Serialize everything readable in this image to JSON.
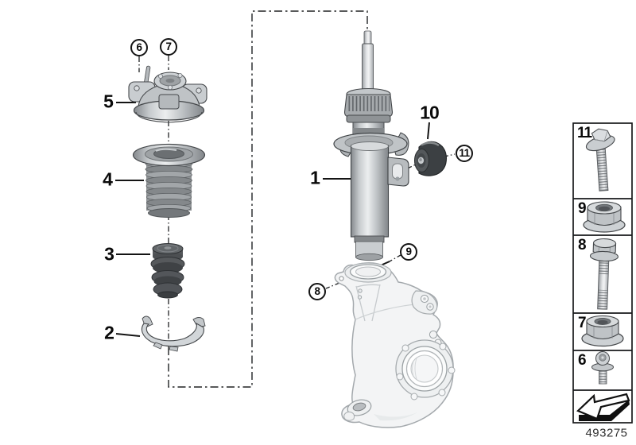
{
  "drawing_number": "493275",
  "callouts": {
    "n1": "1",
    "n2": "2",
    "n3": "3",
    "n4": "4",
    "n5": "5",
    "n6": "6",
    "n7": "7",
    "n8": "8",
    "n9": "9",
    "n10": "10",
    "n11": "11"
  },
  "sidebar": {
    "items": [
      {
        "label": "11",
        "icon": "flange-head-bolt-icon"
      },
      {
        "label": "9",
        "icon": "flange-nut-icon"
      },
      {
        "label": "8",
        "icon": "hex-bolt-icon"
      },
      {
        "label": "7",
        "icon": "flange-nut-icon"
      },
      {
        "label": "6",
        "icon": "washer-bolt-icon"
      },
      {
        "label": "",
        "icon": "installation-direction-arrow-icon"
      }
    ]
  },
  "colors": {
    "background": "#ffffff",
    "outline": "#1a1a1a",
    "metal_light": "#e8eaec",
    "metal_mid": "#a6aaad",
    "metal_dark": "#5d6164",
    "rubber_dark": "#3c4043",
    "knuckle_fill": "#f3f4f5"
  }
}
